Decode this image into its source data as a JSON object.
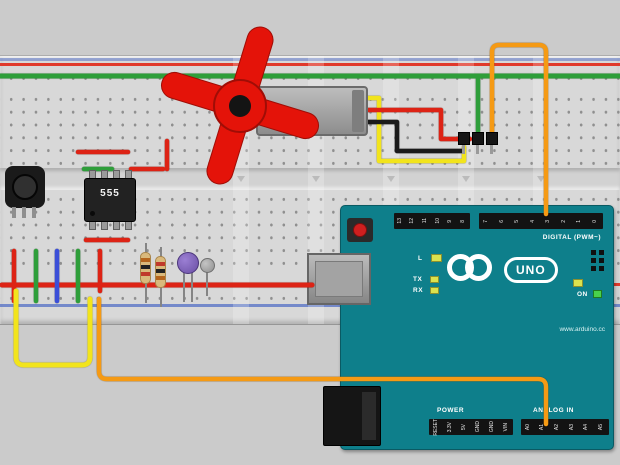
{
  "ic555": {
    "label": "555"
  },
  "arduino": {
    "digital_label": "DIGITAL (PWM~)",
    "board_name": "UNO",
    "on_label": "ON",
    "led_labels": {
      "l": "L",
      "tx": "TX",
      "rx": "RX"
    },
    "power_label": "POWER",
    "analog_label": "ANALOG IN",
    "website": "www.arduino.cc",
    "digital_pins_left": [
      "13",
      "12",
      "11",
      "10",
      "9",
      "8"
    ],
    "digital_pins_right": [
      "7",
      "6",
      "5",
      "4",
      "3",
      "2",
      "1",
      "0"
    ],
    "power_pins": [
      "RESET",
      "3.3V",
      "5V",
      "GND",
      "GND",
      "VIN"
    ],
    "analog_pins": [
      "A0",
      "A1",
      "A2",
      "A3",
      "A4",
      "A5"
    ]
  },
  "colors": {
    "board": "#0e7f8b",
    "servo_red": "#e41309",
    "rail_red": "#e0392b",
    "rail_blue": "#4a68c4",
    "wire_red": "#dd2315",
    "wire_green": "#2e9e3a",
    "wire_blue": "#3b4fd8",
    "wire_yellow": "#f2e41c",
    "wire_orange": "#f59a14",
    "wire_black": "#1a1a1a"
  }
}
